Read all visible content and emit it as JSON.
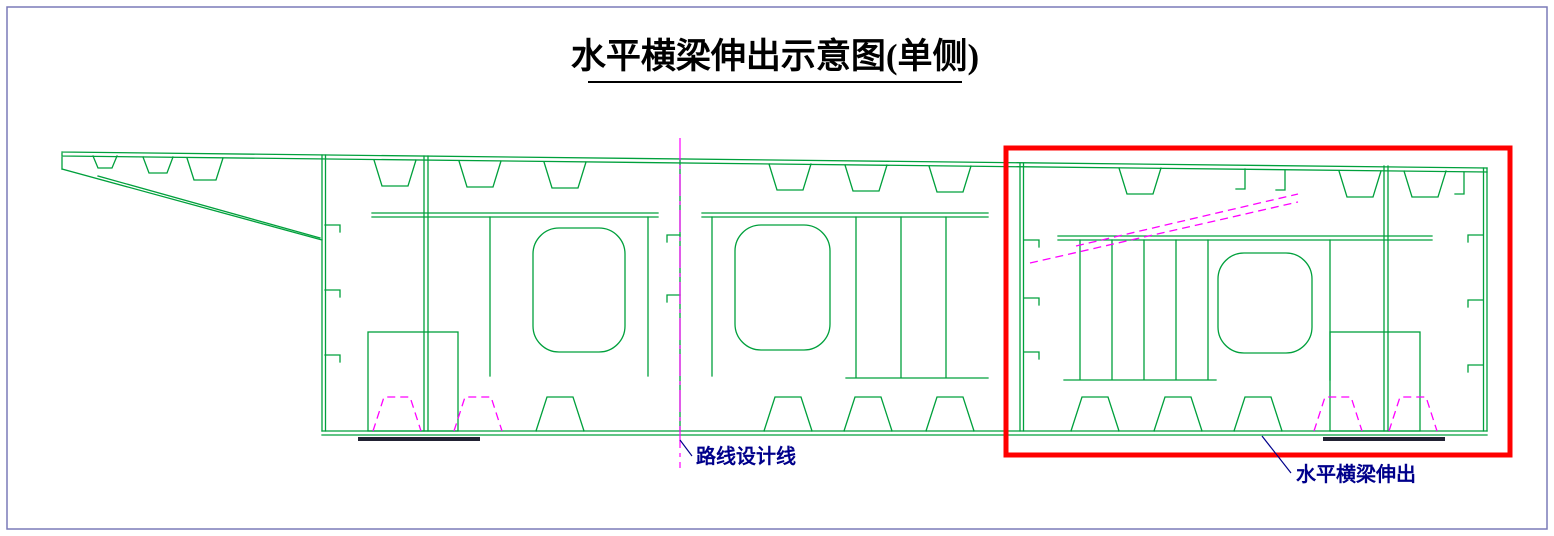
{
  "page": {
    "title": "水平横梁伸出示意图(单侧)"
  },
  "labels": {
    "centerline": "路线设计线",
    "extension": "水平横梁伸出"
  },
  "colors": {
    "background": "#ffffff",
    "border": "#7a7ab8",
    "line": "#00a03c",
    "magenta": "#ff00ff",
    "highlight": "#ff0000",
    "label": "#00008b",
    "title": "#000000",
    "plate": "#222233"
  }
}
